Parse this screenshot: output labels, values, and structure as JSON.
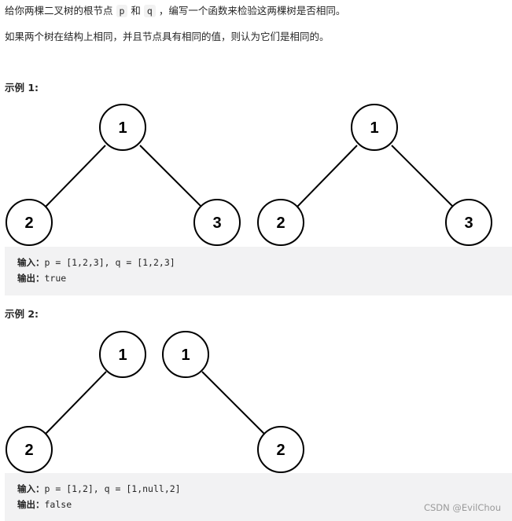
{
  "intro": {
    "line1_prefix": "给你两棵二叉树的根节点",
    "code_p": "p",
    "conj": "和",
    "code_q": "q",
    "line1_suffix": "，编写一个函数来检验这两棵树是否相同。",
    "line2": "如果两个树在结构上相同，并且节点具有相同的值，则认为它们是相同的。"
  },
  "example1": {
    "title": "示例 1:",
    "tree_p": {
      "root": "1",
      "left": "2",
      "right": "3"
    },
    "tree_q": {
      "root": "1",
      "left": "2",
      "right": "3"
    },
    "input_label": "输入：",
    "input_value": "p = [1,2,3], q = [1,2,3]",
    "output_label": "输出：",
    "output_value": "true"
  },
  "example2": {
    "title": "示例 2:",
    "tree_p": {
      "root": "1",
      "left": "2"
    },
    "tree_q": {
      "root": "1",
      "right": "2"
    },
    "input_label": "输入：",
    "input_value": "p = [1,2], q = [1,null,2]",
    "output_label": "输出：",
    "output_value": "false"
  },
  "watermark": "CSDN @EvilChou"
}
